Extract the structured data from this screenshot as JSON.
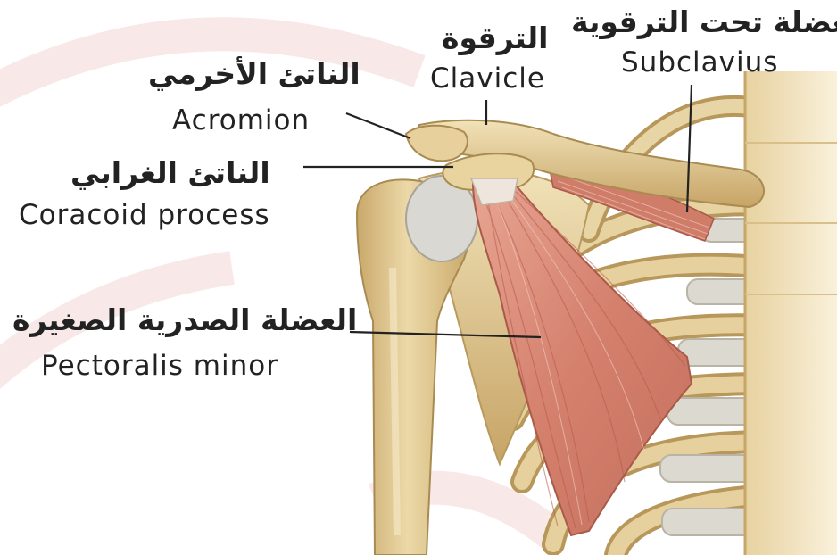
{
  "labels": {
    "clavicle": {
      "ar": "الترقوة",
      "en": "Clavicle"
    },
    "subclavius": {
      "ar": "العضلة تحت الترقوية",
      "en": "Subclavius"
    },
    "acromion": {
      "ar": "الناتئ الأخرمي",
      "en": "Acromion"
    },
    "coracoid": {
      "ar": "الناتئ الغرابي",
      "en": "Coracoid process"
    },
    "pectoralis_minor": {
      "ar": "العضلة الصدرية الصغيرة",
      "en": "Pectoralis minor"
    }
  },
  "colors": {
    "bone": "#e3cd97",
    "bone_shadow": "#b89a5e",
    "muscle": "#d98a78",
    "muscle_fiber": "#b65a4a",
    "cartilage": "#d8d6cc",
    "watermark": "#f6e3e3"
  }
}
